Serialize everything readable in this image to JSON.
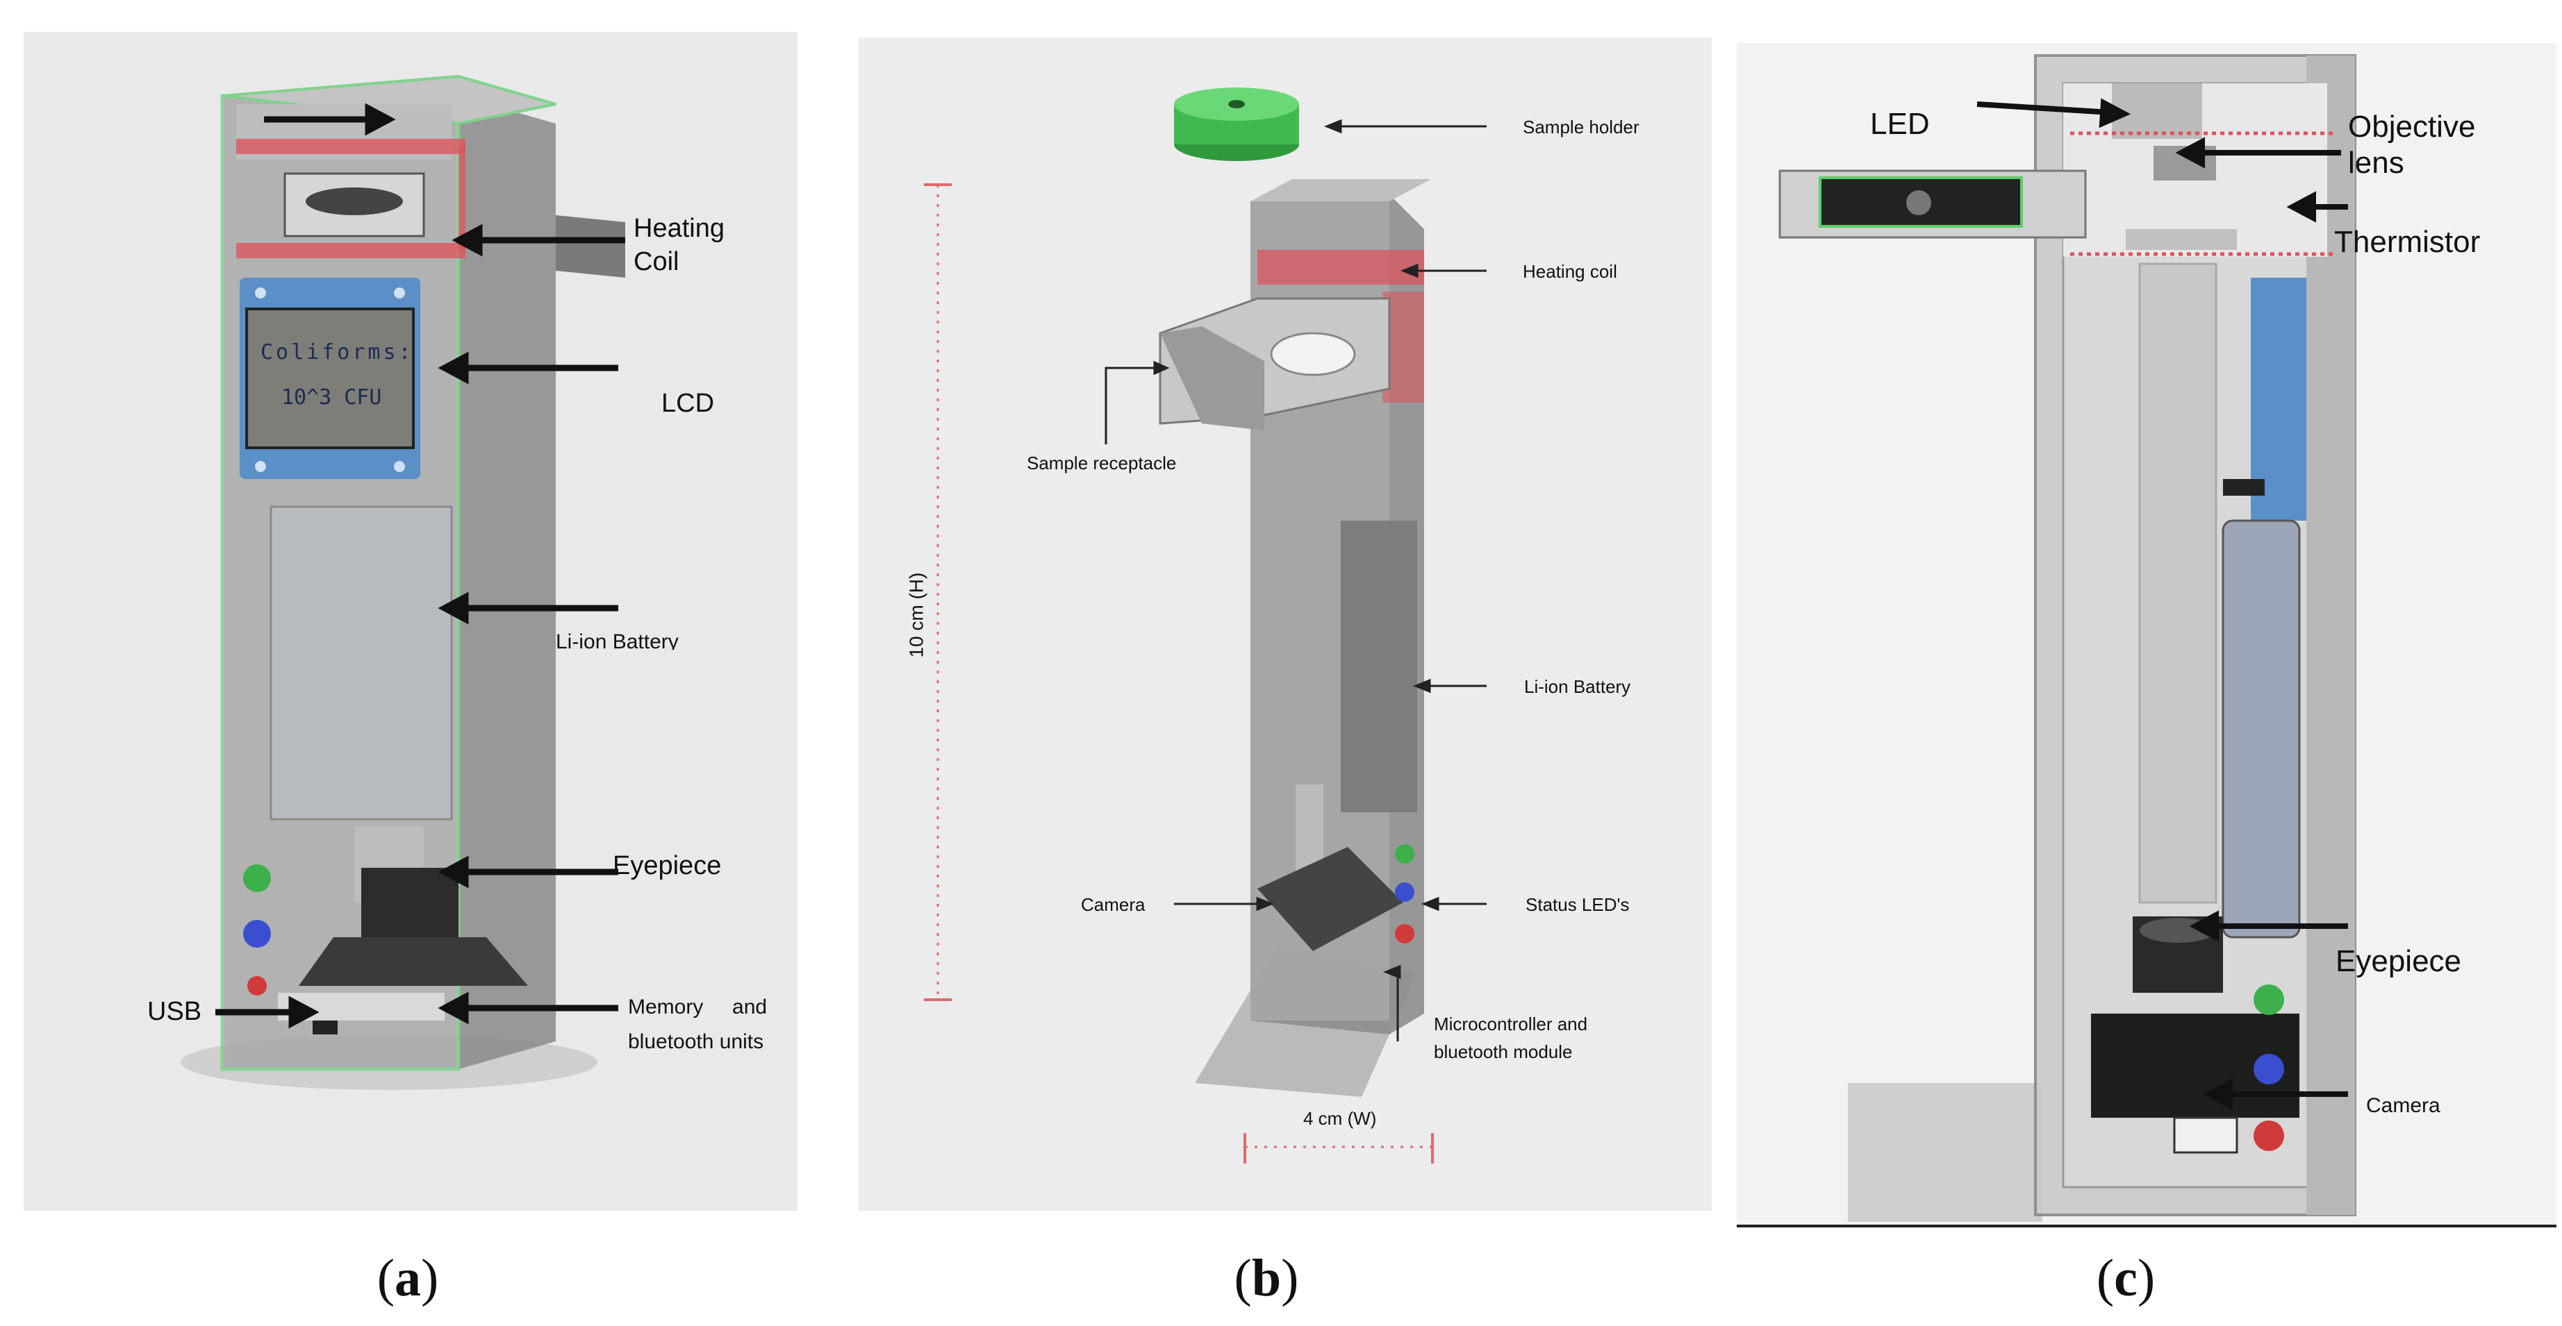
{
  "panels": {
    "a": {
      "caption_letter": "a",
      "lcd_line1": "Coliforms:",
      "lcd_line2": "10^3 CFU",
      "labels": {
        "heating_coil_1": "Heating",
        "heating_coil_2": "Coil",
        "lcd": "LCD",
        "battery": "Li-ion Battery",
        "eyepiece": "Eyepiece",
        "usb": "USB",
        "memory_1": "Memory     and",
        "memory_2": "bluetooth units"
      }
    },
    "b": {
      "caption_letter": "b",
      "labels": {
        "sample_holder": "Sample holder",
        "heating_coil": "Heating coil",
        "sample_receptacle": "Sample receptacle",
        "battery": "Li-ion Battery",
        "camera": "Camera",
        "status_leds": "Status LED's",
        "micro_1": "Microcontroller and",
        "micro_2": "bluetooth module",
        "height_dim": "10 cm (H)",
        "width_dim": "4 cm (W)"
      }
    },
    "c": {
      "caption_letter": "c",
      "labels": {
        "led": "LED",
        "objective_1": "Objective",
        "objective_2": "lens",
        "thermistor": "Thermistor",
        "eyepiece": "Eyepiece",
        "camera": "Camera"
      }
    }
  },
  "colors": {
    "heating_red": "#e0505a",
    "led_green": "#3cb04a",
    "led_blue": "#3a4fd0",
    "led_red": "#d03a3a",
    "lcd_frame_blue": "#5a8fc8",
    "holder_green": "#4cc85a",
    "housing_gray": "#8f8f8f"
  }
}
